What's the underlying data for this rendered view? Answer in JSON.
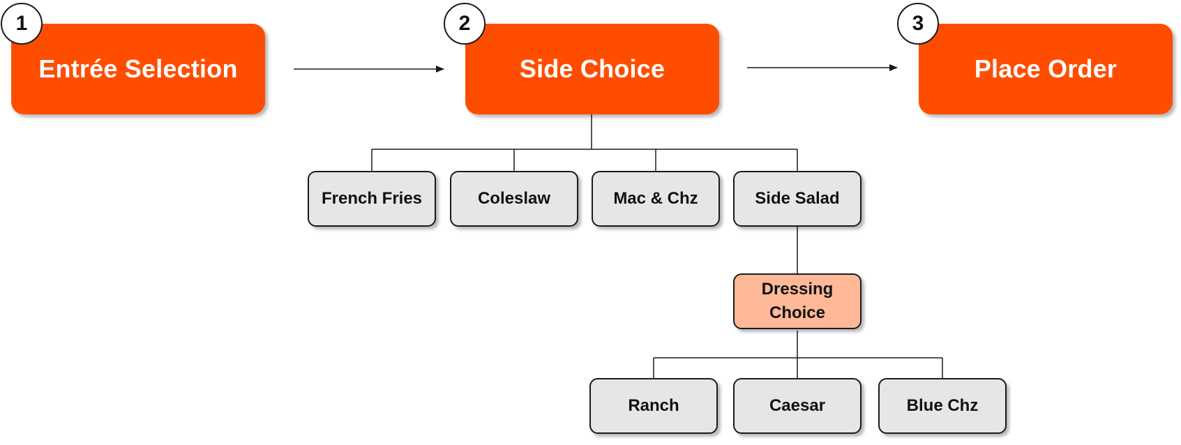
{
  "steps": [
    {
      "number": "1",
      "label": "Entrée Selection"
    },
    {
      "number": "2",
      "label": "Side Choice"
    },
    {
      "number": "3",
      "label": "Place Order"
    }
  ],
  "sides": [
    "French Fries",
    "Coleslaw",
    "Mac & Chz",
    "Side Salad"
  ],
  "dressing": {
    "label": "Dressing Choice",
    "options": [
      "Ranch",
      "Caesar",
      "Blue Chz"
    ]
  },
  "colors": {
    "step_fill": "#ff4d00",
    "option_fill": "#e6e6e6",
    "highlight_fill": "#ffb898",
    "line": "#1a1a1a"
  }
}
